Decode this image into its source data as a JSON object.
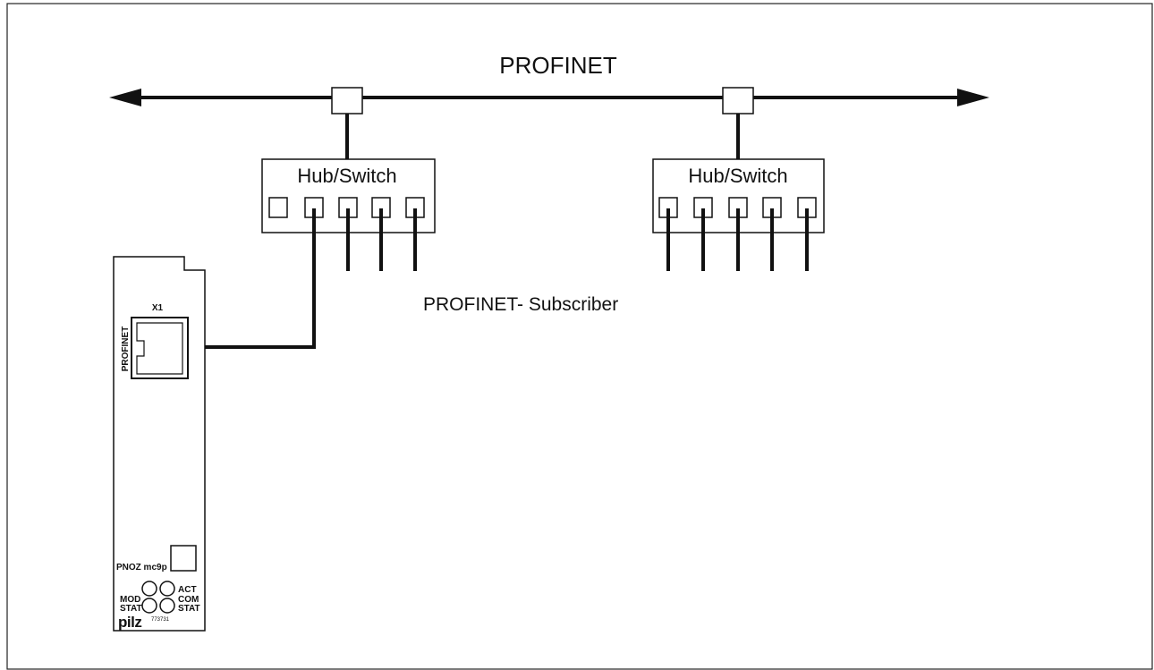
{
  "network": {
    "title": "PROFINET",
    "subscriber_label": "PROFINET- Subscriber"
  },
  "switches": [
    {
      "label": "Hub/Switch"
    },
    {
      "label": "Hub/Switch"
    }
  ],
  "device": {
    "connector_label": "X1",
    "port_label": "PROFINET",
    "model": "PNOZ mc9p",
    "leds": {
      "act": "ACT",
      "mod": "MOD",
      "mod_stat": "STAT",
      "com": "COM",
      "com_stat": "STAT"
    },
    "brand": "pilz",
    "part_number": "773731"
  },
  "colors": {
    "line": "#111111",
    "background": "#ffffff"
  }
}
